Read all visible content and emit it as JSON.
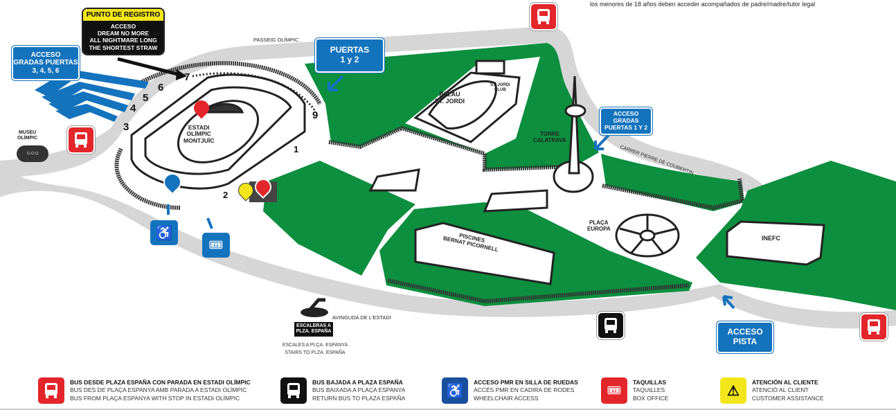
{
  "top_note": "los menores de 18 años deben acceder acompañados de padre/madre/tutor legal",
  "colors": {
    "green": "#0c8f3f",
    "road": "#d6d6d6",
    "blue": "#1473bd",
    "red": "#e3262b",
    "yellow": "#f2e61b",
    "black": "#111111"
  },
  "registration": {
    "title": "PUNTO DE REGISTRO",
    "lines": [
      "ACCESO",
      "DREAM NO MORE",
      "ALL NIGHTMARE LONG",
      "THE SHORTEST STRAW"
    ]
  },
  "access_gates_3456": {
    "lines": [
      "ACCESO",
      "GRADAS PUERTAS",
      "3, 4, 5, 6"
    ]
  },
  "gates_1_2": {
    "lines": [
      "PUERTAS",
      "1 y 2"
    ]
  },
  "access_gates_12": {
    "lines": [
      "ACCESO GRADAS",
      "PUERTAS 1 Y 2"
    ]
  },
  "access_track": {
    "lines": [
      "ACCESO",
      "PISTA"
    ]
  },
  "gate_numbers": [
    "1",
    "2",
    "3",
    "4",
    "5",
    "6",
    "7",
    "9"
  ],
  "places": {
    "passeig": "PASSEIG OLÍMPIC",
    "stadium": [
      "ESTADI",
      "OLÍMPIC",
      "MONTJUÏC"
    ],
    "museum": [
      "MUSEU",
      "OLÍMPIC"
    ],
    "palau": [
      "PALAU",
      "ST. JORDI"
    ],
    "club": [
      "ST. JORDI",
      "CLUB"
    ],
    "torre": [
      "TORRE",
      "CALATRAVA"
    ],
    "carrer": "CARRER PIERRE DE COUBERTIN",
    "placa": [
      "PLAÇA",
      "EUROPA"
    ],
    "piscines": [
      "PISCINES",
      "BERNAT PICORNELL"
    ],
    "inefc": "INEFC",
    "avinguda": "AVINGUDA DE L'ESTADI",
    "stairs_box": [
      "ESCALERAS A",
      "PLZA. ESPAÑA"
    ],
    "stairs_sub": [
      "ESCALES A PLÇA. ESPANYA",
      "STAIRS TO PLZA. ESPAÑA"
    ]
  },
  "legend": [
    {
      "icon": "bus-red-icon",
      "lines": [
        "BUS DESDE PLAZA ESPAÑA CON PARADA EN ESTADI OLÍMPIC",
        "BUS DES DE PLAÇA ESPANYA AMB PARADA A ESTADI OLÍMPIC",
        "BUS FROM PLAÇA ESPANYA WITH STOP IN ESTADI OLÍMPIC"
      ]
    },
    {
      "icon": "bus-black-icon",
      "lines": [
        "BUS BAJADA A PLAZA ESPAÑA",
        "BUS BAIXADA A PLAÇA ESPANYA",
        "RETURN BUS TO PLAZA ESPAÑA"
      ]
    },
    {
      "icon": "wheelchair-icon",
      "lines": [
        "ACCESO PMR EN SILLA DE RUEDAS",
        "ACCÉS PMR EN CADIRA DE RODES",
        "WHEELCHAIR ACCESS"
      ]
    },
    {
      "icon": "ticket-icon",
      "lines": [
        "TAQUILLAS",
        "TAQUILLES",
        "BOX OFFICE"
      ]
    },
    {
      "icon": "warning-icon",
      "lines": [
        "ATENCIÓN AL CLIENTE",
        "ATENCIÓ AL CLIENT",
        "CUSTOMER ASSISTANCE"
      ]
    }
  ]
}
